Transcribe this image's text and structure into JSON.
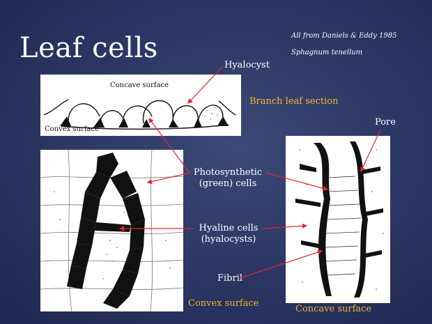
{
  "slide": {
    "title": "Leaf cells",
    "citation_line1": "All from Daniels & Eddy 1985",
    "citation_line2": "Sphagnum tenellum"
  },
  "labels": {
    "hyalocyst": "Hyalocyst",
    "branch_leaf_section": "Branch leaf section",
    "pore": "Pore",
    "photosynthetic_line1": "Photosynthetic",
    "photosynthetic_line2": "(green) cells",
    "hyaline_line1": "Hyaline cells",
    "hyaline_line2": "(hyalocysts)",
    "fibril": "Fibril",
    "convex_surface_bottom": "Convex surface",
    "concave_surface_bottom": "Concave surface"
  },
  "cross_section": {
    "concave_label": "Concave surface",
    "convex_label": "Convex surface"
  },
  "colors": {
    "background": "#2a3562",
    "title_text": "#ffffff",
    "accent_label": "#f0b429",
    "arrow": "#e8232a"
  }
}
